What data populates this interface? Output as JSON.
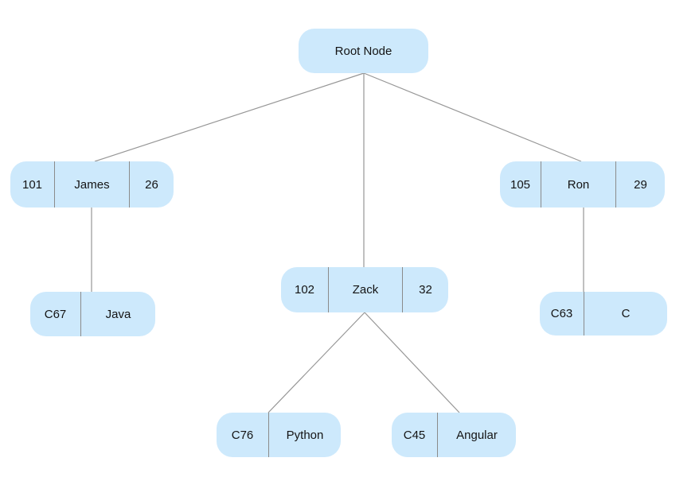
{
  "diagram": {
    "type": "tree",
    "colors": {
      "background": "#ffffff",
      "node_fill": "#cde9fc",
      "divider": "#8b8b8b",
      "edge": "#969696",
      "text": "#141414"
    },
    "nodes": {
      "root": {
        "cells": [
          "Root Node"
        ]
      },
      "james": {
        "cells": [
          "101",
          "James",
          "26"
        ]
      },
      "zack": {
        "cells": [
          "102",
          "Zack",
          "32"
        ]
      },
      "ron": {
        "cells": [
          "105",
          "Ron",
          "29"
        ]
      },
      "java": {
        "cells": [
          "C67",
          "Java"
        ]
      },
      "python": {
        "cells": [
          "C76",
          "Python"
        ]
      },
      "angular": {
        "cells": [
          "C45",
          "Angular"
        ]
      },
      "c": {
        "cells": [
          "C63",
          "C"
        ]
      }
    },
    "edges": [
      {
        "from": "root",
        "to": "james"
      },
      {
        "from": "root",
        "to": "zack"
      },
      {
        "from": "root",
        "to": "ron"
      },
      {
        "from": "james",
        "to": "java"
      },
      {
        "from": "zack",
        "to": "python"
      },
      {
        "from": "zack",
        "to": "angular"
      },
      {
        "from": "ron",
        "to": "c"
      }
    ]
  }
}
